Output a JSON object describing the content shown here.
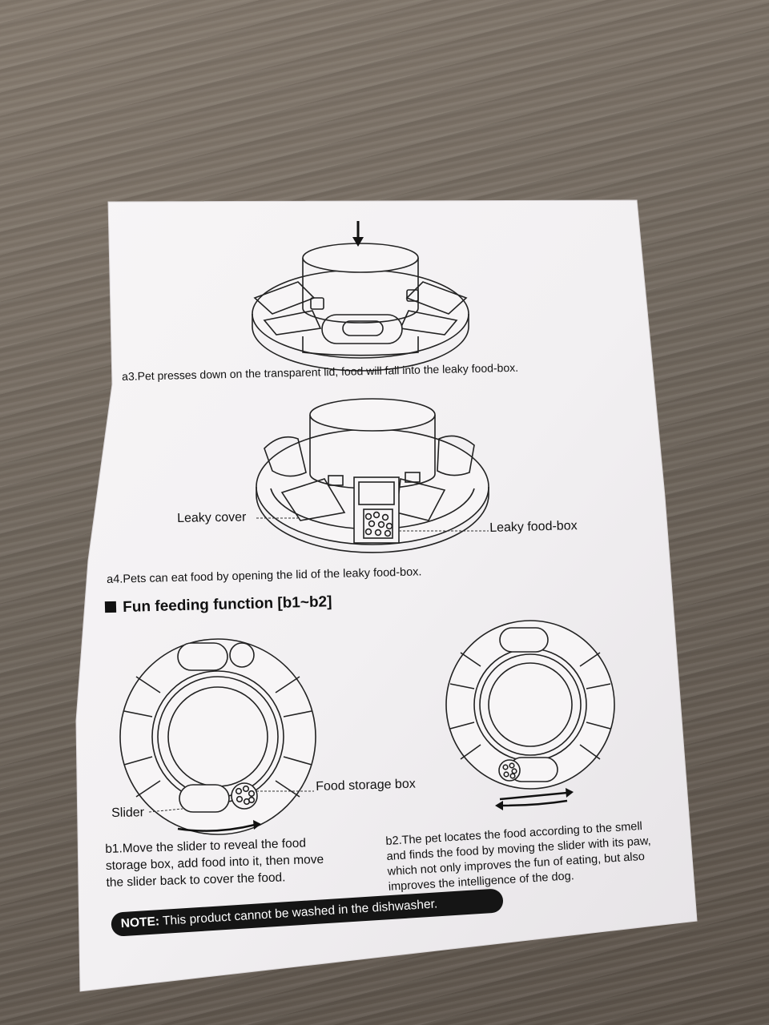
{
  "document": {
    "caption_a3": "a3.Pet presses down on the transparent lid, food will fall into the leaky food-box.",
    "label_leaky_cover": "Leaky cover",
    "label_leaky_food_box": "Leaky food-box",
    "caption_a4": "a4.Pets can eat food by opening the lid of the leaky food-box.",
    "section_heading": "Fun feeding function [b1~b2]",
    "label_food_storage_box": "Food storage box",
    "label_slider": "Slider",
    "b1_lines": [
      "b1.Move the slider to reveal the food",
      "storage box, add food into it, then move",
      "the slider back to cover the food."
    ],
    "b2_lines": [
      "b2.The pet locates the food according to the smell",
      "and finds the food by moving the slider with its paw,",
      "which not only improves the fun of eating, but also",
      "improves the intelligence of the dog."
    ],
    "note_prefix": "NOTE:",
    "note_text": " This product cannot be washed in the dishwasher."
  }
}
